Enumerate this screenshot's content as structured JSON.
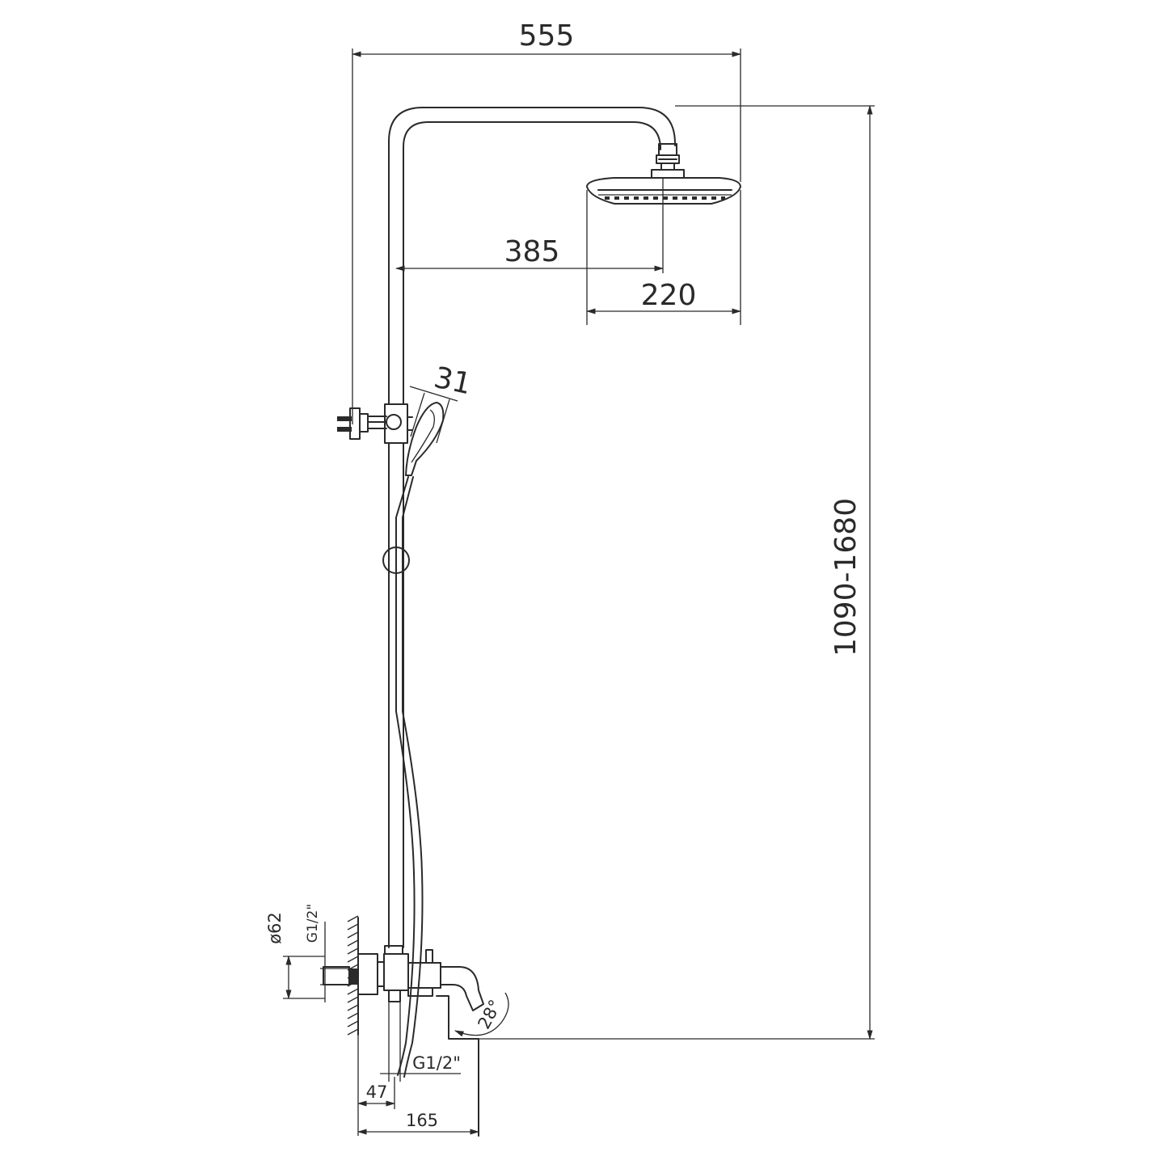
{
  "dimensions": {
    "overall_width": "555",
    "arm_reach": "385",
    "head_diameter": "220",
    "handshower_width": "31",
    "height_range": "1090-1680",
    "flange_diameter": "ø62",
    "inlet_thread": "G1/2\"",
    "outlet_thread": "G1/2\"",
    "spout_angle": "28°",
    "wall_offset": "47",
    "mixer_depth": "165"
  }
}
